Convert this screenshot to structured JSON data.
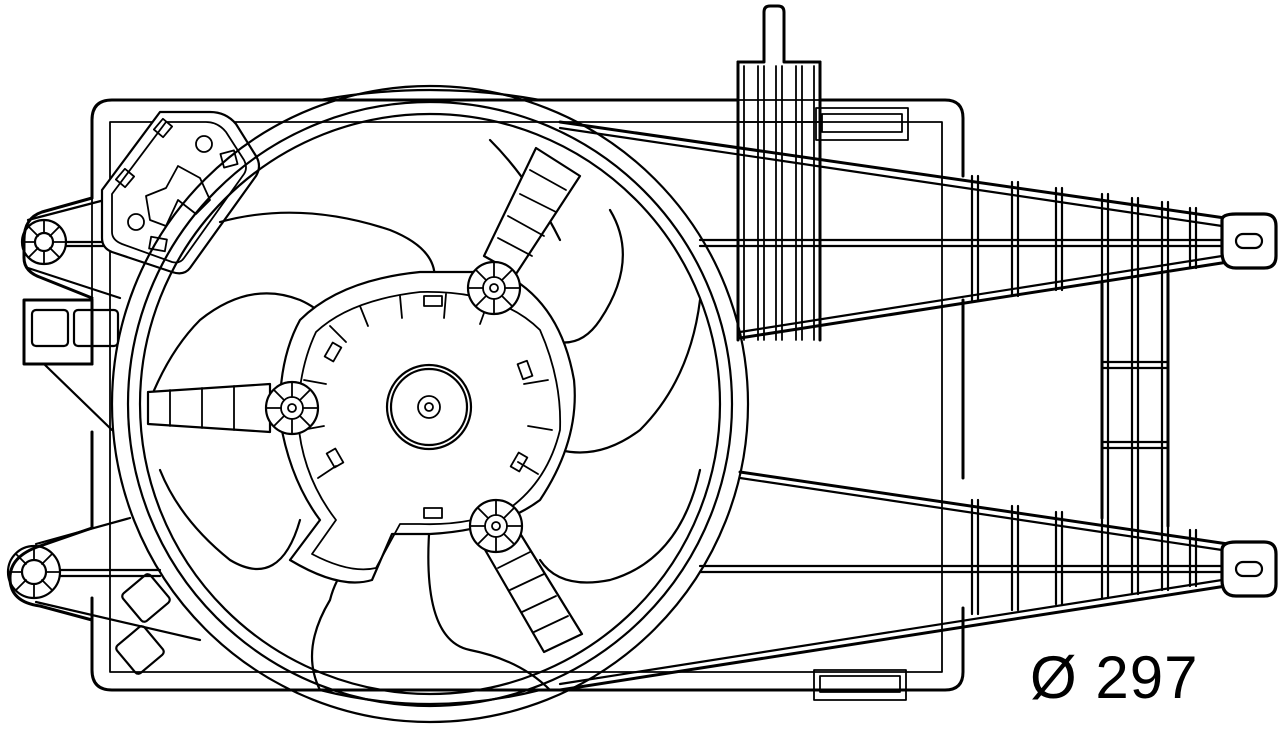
{
  "figure": {
    "subject": "radiator cooling fan assembly with shroud",
    "dimension_label": "Ø 297",
    "dimension": {
      "symbol": "Ø",
      "value": "297"
    },
    "line_color": "#000000",
    "background_color": "#ffffff"
  }
}
